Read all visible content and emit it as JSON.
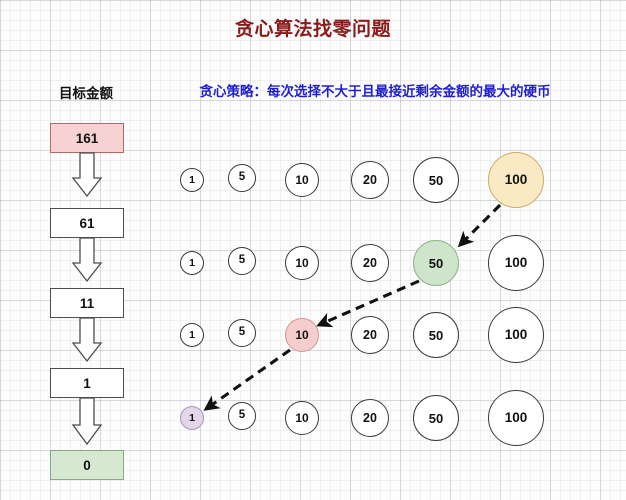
{
  "title": "贪心算法找零问题",
  "subtitle": "贪心策略：每次选择不大于且最接近剩余金额的最大的硬币",
  "left_panel": {
    "header": "目标金额",
    "boxes": [
      {
        "label": "161",
        "style": "start"
      },
      {
        "label": "61",
        "style": "plain"
      },
      {
        "label": "11",
        "style": "plain"
      },
      {
        "label": "1",
        "style": "plain"
      },
      {
        "label": "0",
        "style": "end"
      }
    ]
  },
  "coin_grid": {
    "denominations": [
      "1",
      "5",
      "10",
      "20",
      "50",
      "100"
    ],
    "rows": [
      {
        "coins": [
          "1",
          "5",
          "10",
          "20",
          "50",
          "100"
        ],
        "selected": "100",
        "selected_index": 5
      },
      {
        "coins": [
          "1",
          "5",
          "10",
          "20",
          "50",
          "100"
        ],
        "selected": "50",
        "selected_index": 4
      },
      {
        "coins": [
          "1",
          "5",
          "10",
          "20",
          "50",
          "100"
        ],
        "selected": "10",
        "selected_index": 2
      },
      {
        "coins": [
          "1",
          "5",
          "10",
          "20",
          "50",
          "100"
        ],
        "selected": "1",
        "selected_index": 0
      }
    ]
  },
  "colors": {
    "title": "#8b1a1a",
    "subtitle": "#1f1fcf",
    "highlight_gold": "#faeac4",
    "highlight_green": "#cfe5cb",
    "highlight_pink": "#f6cdcd",
    "highlight_purple": "#e3d6ea",
    "box_start": "#f7d2d2",
    "box_end": "#d6e8d2"
  }
}
